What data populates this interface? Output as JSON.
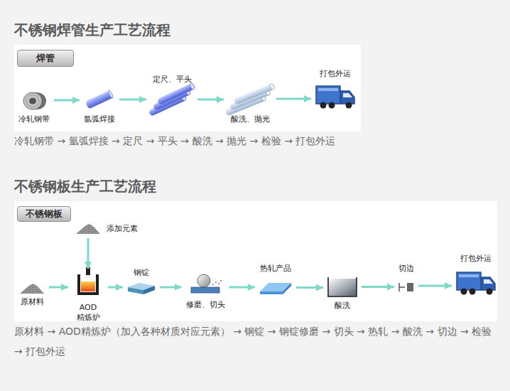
{
  "diagram": {
    "nodes": [
      {
        "text": [
          "焊管"
        ]
      },
      {
        "text": [
          "冷轧钢带"
        ]
      },
      {
        "text": [
          "氩弧焊接"
        ]
      },
      {
        "text": [
          "定尺、平头"
        ]
      },
      {
        "text": [
          "酸洗、抛光"
        ]
      },
      {
        "text": [
          "打包外运"
        ]
      },
      {
        "text": [
          "不锈钢板"
        ]
      },
      {
        "text": [
          "添加元素"
        ]
      },
      {
        "text": [
          "原材料"
        ]
      },
      {
        "text": [
          "AOD 精炼炉"
        ]
      },
      {
        "text": [
          "钢锭"
        ]
      },
      {
        "text": [
          "修磨、切头"
        ]
      },
      {
        "text": [
          "热轧产品"
        ]
      },
      {
        "text": [
          "酸洗"
        ]
      },
      {
        "text": [
          "切边"
        ]
      },
      {
        "text": [
          "打包外运"
        ]
      }
    ],
    "edges": [
      {
        "from": 1,
        "to": 2,
        "arrow": "to"
      },
      {
        "from": 2,
        "to": 3,
        "arrow": "to"
      },
      {
        "from": 3,
        "to": 4,
        "arrow": "to"
      },
      {
        "from": 4,
        "to": 5,
        "arrow": "to"
      },
      {
        "from": 7,
        "to": 9,
        "arrow": "to"
      },
      {
        "from": 8,
        "to": 9,
        "arrow": "to"
      },
      {
        "from": 9,
        "to": 10,
        "arrow": "to"
      },
      {
        "from": 10,
        "to": 11,
        "arrow": "to"
      },
      {
        "from": 11,
        "to": 12,
        "arrow": "to"
      },
      {
        "from": 12,
        "to": 13,
        "arrow": "to"
      },
      {
        "from": 13,
        "to": 14,
        "arrow": "to"
      },
      {
        "from": 14,
        "to": 15,
        "arrow": "to"
      }
    ],
    "labels": [
      "不锈钢焊管生产工艺流程",
      "冷轧钢带 → 氩弧焊接 → 定尺 → 平头 → 酸洗 → 抛光 → 检验 → 打包外运",
      "不锈钢板生产工艺流程",
      "原材料 → AOD精炼炉（加入各种材质对应元素） → 钢锭 → 钢锭修磨 → 切头 → 热轧 → 酸洗 → 切边 → 检验 → 打包外运"
    ]
  }
}
